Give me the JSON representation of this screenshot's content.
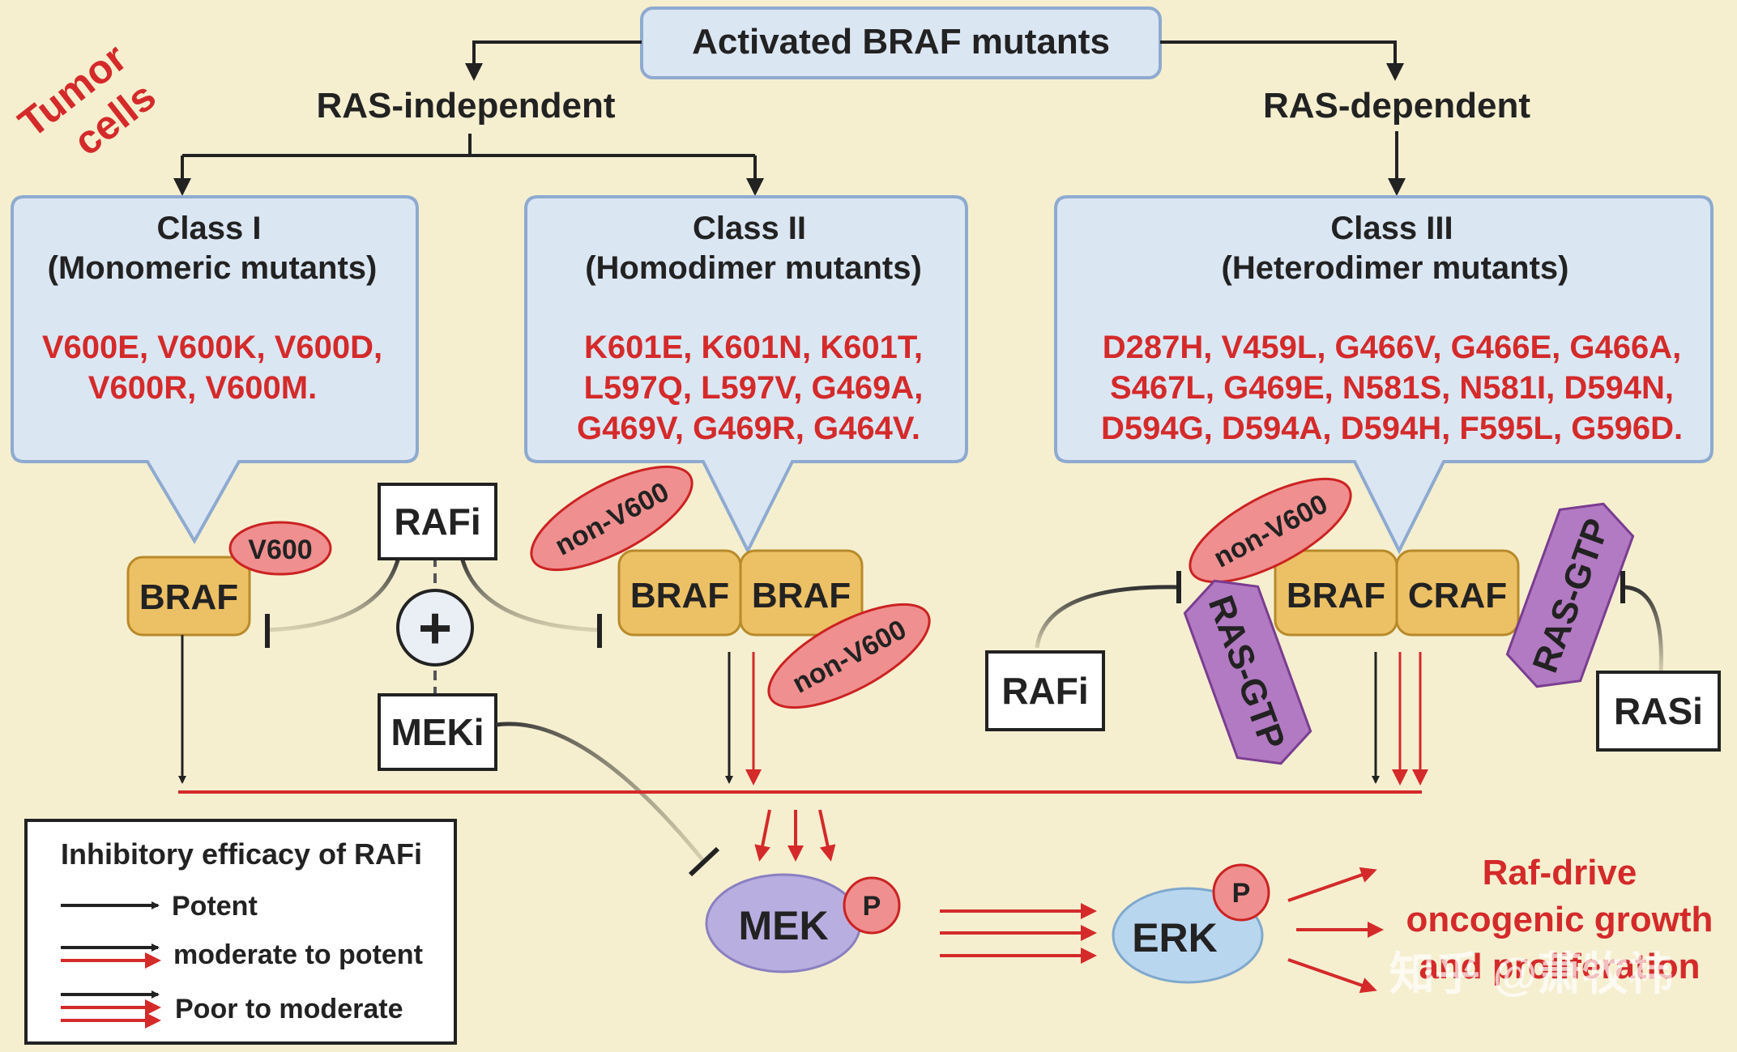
{
  "title": "Activated BRAF mutants",
  "tumor_label": [
    "Tumor",
    "cells"
  ],
  "branches": {
    "independent": "RAS-independent",
    "dependent": "RAS-dependent"
  },
  "classes": [
    {
      "name": "Class I",
      "subtitle": "(Monomeric mutants)",
      "mutations": [
        "V600E, V600K, V600D,",
        "V600R, V600M."
      ]
    },
    {
      "name": "Class II",
      "subtitle": "(Homodimer mutants)",
      "mutations": [
        "K601E, K601N, K601T,",
        "L597Q, L597V, G469A,",
        "G469V, G469R, G464V."
      ]
    },
    {
      "name": "Class III",
      "subtitle": "(Heterodimer mutants)",
      "mutations": [
        "D287H, V459L, G466V, G466E, G466A,",
        "S467L, G469E, N581S, N581I, D594N,",
        "D594G, D594A, D594H, F595L, G596D."
      ]
    }
  ],
  "nodes": {
    "braf": "BRAF",
    "craf": "CRAF",
    "v600": "V600",
    "non_v600": "non-V600",
    "ras_gtp": "RAS-GTP",
    "rafi": "RAFi",
    "meki": "MEKi",
    "rasi": "RASi",
    "plus": "+",
    "mek": "MEK",
    "erk": "ERK",
    "phospho": "P"
  },
  "outcome": [
    "Raf-drive",
    "oncogenic growth",
    "and proliferation"
  ],
  "legend": {
    "title": "Inhibitory efficacy of RAFi",
    "items": [
      "Potent",
      "moderate to potent",
      "Poor to moderate"
    ]
  },
  "watermark": "知乎 @萧牧祎",
  "colors": {
    "red": "#d42a2a",
    "box_fill": "#dbe6f3",
    "box_stroke": "#8eaad0",
    "braf_fill": "#ecc064",
    "ras_fill": "#b27ac2",
    "oval_red": "#ef8f8f",
    "mek_fill": "#b9aee0",
    "erk_fill": "#b9d6ef"
  }
}
